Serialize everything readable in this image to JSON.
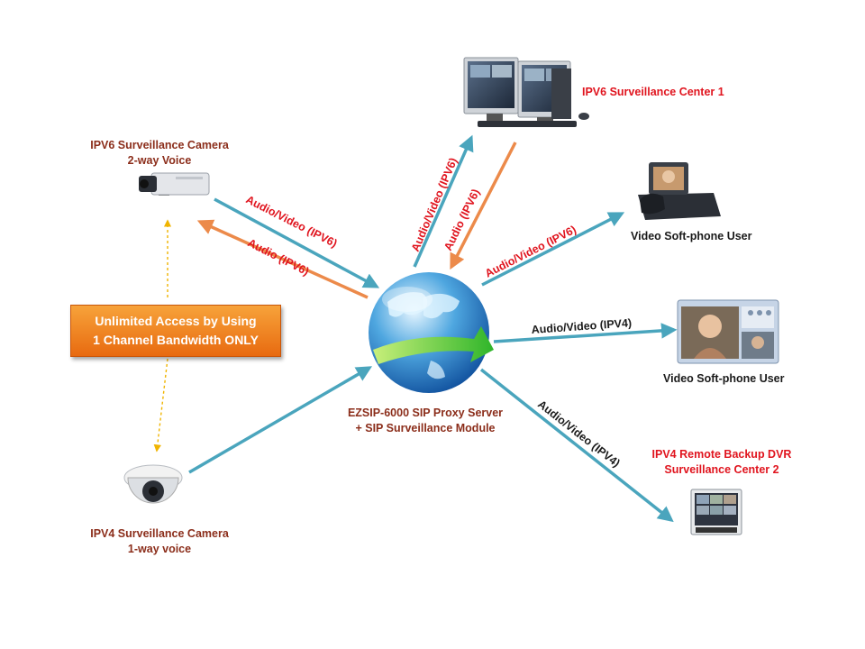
{
  "nodes": {
    "center_top": "IPV6 Surveillance Center 1",
    "cam6_line1": "IPV6 Surveillance Camera",
    "cam6_line2": "2-way Voice",
    "softphone1": "Video Soft-phone User",
    "softphone2": "Video Soft-phone User",
    "server_line1": "EZSIP-6000 SIP Proxy Server",
    "server_line2": "+ SIP Surveillance  Module",
    "dvr_line1": "IPV4 Remote Backup DVR",
    "dvr_line2": "Surveillance Center 2",
    "cam4_line1": "IPV4 Surveillance Camera",
    "cam4_line2": "1-way voice"
  },
  "banner": {
    "line1": "Unlimited Access by Using",
    "line2": "1 Channel Bandwidth ONLY"
  },
  "edges": {
    "cam6_av": "Audio/Video (IPV6)",
    "cam6_audio": "Audio  (IPV6)",
    "center_av": "Audio/Video (IPV6)",
    "center_audio": "Audio  (IPV6)",
    "phone1_av": "Audio/Video (IPV6)",
    "phone2_av": "Audio/Video (IPV4)",
    "dvr_av": "Audio/Video (IPV4)"
  },
  "colors": {
    "teal_arrow": "#4aa5bd",
    "orange_arrow": "#ec8a4a",
    "dashed_arrow": "#f0b400",
    "red_label": "#e0141e",
    "dark_label": "#8b2d1a"
  }
}
